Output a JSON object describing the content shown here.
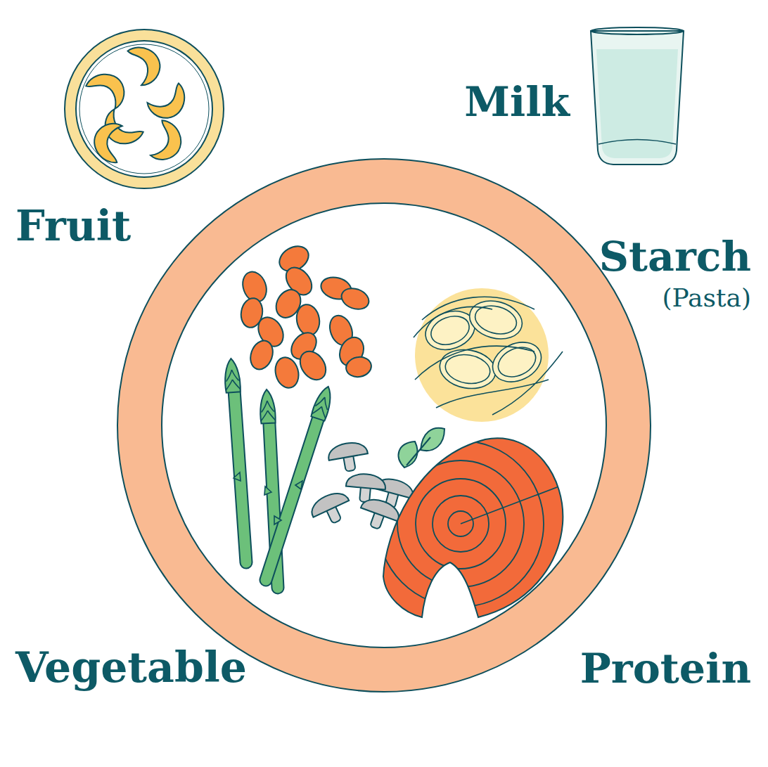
{
  "diagram": {
    "labels": [
      "Fruit",
      "Milk",
      "Starch",
      "(Pasta)",
      "Vegetable",
      "Protein"
    ]
  }
}
